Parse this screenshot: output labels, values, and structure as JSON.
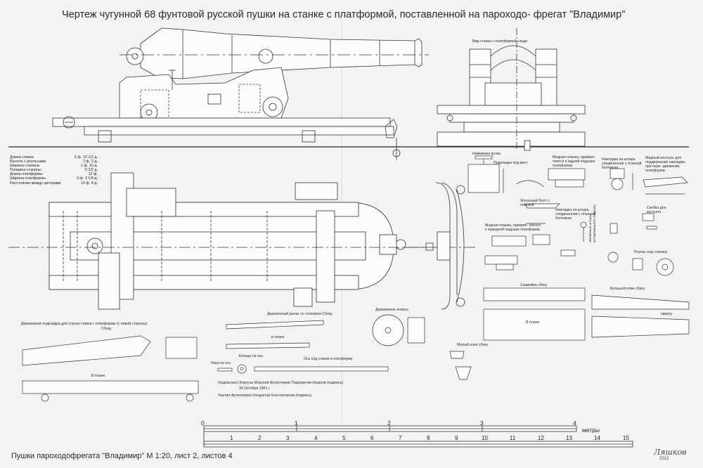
{
  "title": "Чертеж чугунной 68 фунтовой русской пушки на станке с платформой, поставленной на пароходо- фрегат \"Владимир\"",
  "bottom_title": "Пушки пароходофрегата \"Владимир\" М 1:20, лист 2, листов 4",
  "specs": [
    {
      "name": "Длина станка",
      "value": "5 ф. 10 1/2 д."
    },
    {
      "name": "Высота с роульсами",
      "value": "2 ф.     2 д."
    },
    {
      "name": "Ширина станины",
      "value": "1 ф.   10 д."
    },
    {
      "name": "Толщина станины",
      "value": "5 1/2 д."
    },
    {
      "name": "Длина платформы",
      "value": "12 ф."
    },
    {
      "name": "Ширина платформы",
      "value": "3 ф.   3 1/4 д."
    },
    {
      "name": "Расстояние между центрами",
      "value": "10 ф.     8 д."
    }
  ],
  "labels": {
    "rear_view": "Вид станка с платформой сзади",
    "lift_handle": "Нажимная ручка",
    "screw_lining": "Подкладка под винт",
    "copper_plate_rear": "Медная планка, прикреп- ляется к задней подушке платформы",
    "overlay_pin_1": "Накладка на штырь соединенная с планкой болтиком",
    "copper_crutch": "Медный костыль для поддержания накладки, при пере- движении платформы",
    "iron_bolt": "Железный болт с планкой",
    "overlay_pin_2": "Накладка на штырь соединенная с планкой болтиком",
    "bracket": "Скобка для костыля",
    "copper_plate_front": "Медная планка, прикреп- ляется к передней подушке платформы",
    "iron_pin": "Железный штырь, вставляемый в подушку",
    "roller": "Роульс под станину",
    "skid_side": "Скамейка сбоку",
    "big_wedge_side": "Большой клин сбоку",
    "plan": "В плане",
    "top": "сверху",
    "small_wedge_side": "Малый клин сбоку",
    "wooden_lining": "Деревянная подкладка для спуска станка с платформы (с левой стороны)",
    "side": "Сбоку",
    "plan2": "В плане",
    "wooden_wheel": "Деревянное колесо",
    "wooden_lever_side": "Деревянный рычаг со стопором Сбоку",
    "plan3": "в плане",
    "axle_ring": "Кольцо на ось",
    "axle_pin": "Чека на ось",
    "axle_dim": "Ось под станок и платформу",
    "signature_1": "(подписано) Корпуса Морской Артиллерии Подпоручик Ишанов (подпись)",
    "signature_2": "30 Октября 1851 г.",
    "signature_3": "Чертил Артиллерии Кондуктор Константинов (подпись)"
  },
  "scale": {
    "meters_label": "метры",
    "meters_ticks": [
      "0",
      "1",
      "2",
      "3",
      "4"
    ],
    "feet_ticks": [
      "1",
      "2",
      "3",
      "4",
      "5",
      "6",
      "7",
      "8",
      "9",
      "10",
      "11",
      "12",
      "13",
      "14",
      "15"
    ]
  },
  "signature": "Ляшков",
  "year": "2012"
}
